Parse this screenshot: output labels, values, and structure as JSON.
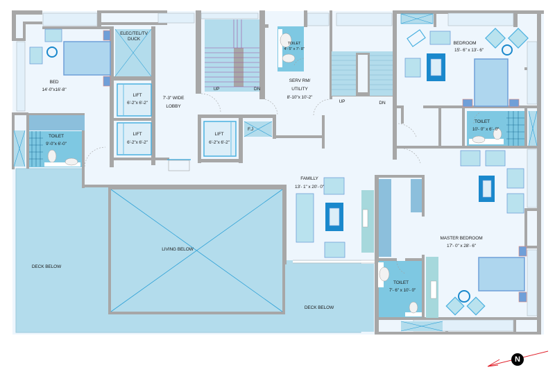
{
  "diagram": {
    "type": "architectural-floor-plan",
    "colors": {
      "wall": "#a7a7a7",
      "floor": "#eaf4fc",
      "deck": "#b3dcec",
      "toilet": "#7ec8e2",
      "bed": "#aed6ee",
      "bed_border": "#6f9fd8",
      "rug": "#1a88cc",
      "furniture": "#b9e2ee",
      "cutout_line": "#2a9fd6",
      "stair_line": "#9b4ea0",
      "north_arrow": "#e0202a"
    },
    "rooms": {
      "bed_left": {
        "name": "BED",
        "size": "14'-0\"x16'-8\""
      },
      "toilet_left": {
        "name": "TOILET",
        "size": "9'-0\"x 6'-0\""
      },
      "elec_duct": {
        "name": "ELEC/TEL/TV",
        "name2": "DUCK"
      },
      "lift_1": {
        "name": "LIFT",
        "size": "6'-2\"x 6'-2\""
      },
      "lift_2": {
        "name": "LIFT",
        "size": "6'-2\"x 6'-2\""
      },
      "lift_3": {
        "name": "LIFT",
        "size": "6'-2\"x 6'-2\""
      },
      "lobby": {
        "name": "7'-3\" WIDE",
        "name2": "LOBBY"
      },
      "stair_left_up": "UP",
      "stair_left_dn": "DN",
      "stair_right_up": "UP",
      "stair_right_dn": "DN",
      "toilet_servant": {
        "name": "TOILET",
        "size": "4'- 5\" x 7'- 8\""
      },
      "serv_utility": {
        "name": "SERV RM/",
        "name2": "UTILITY",
        "size": "8'-10\"x 10'-2\""
      },
      "fj": "F.J",
      "bedroom": {
        "name": "BEDROOM",
        "size": "15'- 6\" x 13'- 6\""
      },
      "toilet_bedroom": {
        "name": "TOILET",
        "size": "10'- 0\" x 6'- 0\""
      },
      "family": {
        "name": "FAMILLY",
        "size": "13'- 1\" x 20'- 0\""
      },
      "living_below": {
        "name": "LIVING BELOW"
      },
      "deck_below_left": {
        "name": "DECK BELOW"
      },
      "deck_below_right": {
        "name": "DECK BELOW"
      },
      "master_bedroom": {
        "name": "MASTER BEDROOM",
        "size": "17'- 0\" x 28'- 6\""
      },
      "toilet_master": {
        "name": "TOILET",
        "size": "7'- 6\" x 10'- 0\""
      }
    },
    "compass": {
      "label": "N"
    }
  }
}
